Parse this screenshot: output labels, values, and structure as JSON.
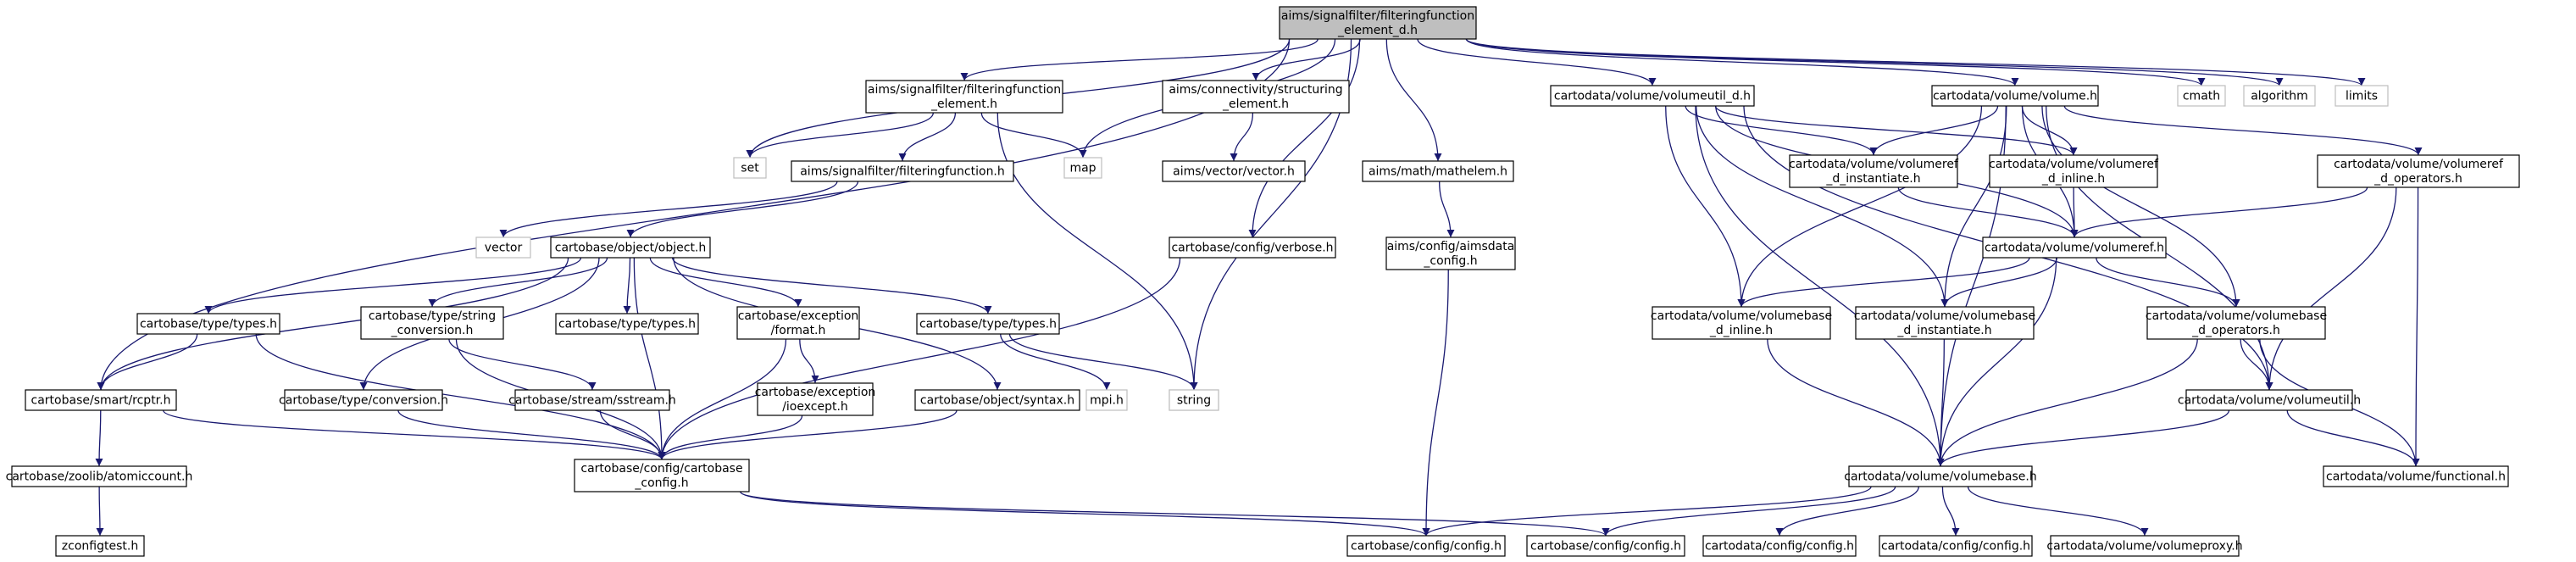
{
  "colors": {
    "edge": "#191970",
    "root_fill": "#bfbfbf",
    "node_border": "#000000",
    "system_border": "#bfbfbf",
    "background": "#ffffff"
  },
  "nodes": [
    {
      "id": "root",
      "kind": "root",
      "lines": [
        "aims/signalfilter/filteringfunction",
        "_element_d.h"
      ]
    },
    {
      "id": "ffe",
      "kind": "file",
      "lines": [
        "aims/signalfilter/filteringfunction",
        "_element.h"
      ]
    },
    {
      "id": "se",
      "kind": "file",
      "lines": [
        "aims/connectivity/structuring",
        "_element.h"
      ]
    },
    {
      "id": "vu_d",
      "kind": "file",
      "lines": [
        "cartodata/volume/volumeutil_d.h"
      ]
    },
    {
      "id": "vol",
      "kind": "file",
      "lines": [
        "cartodata/volume/volume.h"
      ]
    },
    {
      "id": "cmath",
      "kind": "sys",
      "lines": [
        "cmath"
      ]
    },
    {
      "id": "algorithm",
      "kind": "sys",
      "lines": [
        "algorithm"
      ]
    },
    {
      "id": "limits",
      "kind": "sys",
      "lines": [
        "limits"
      ]
    },
    {
      "id": "set",
      "kind": "sys",
      "lines": [
        "set"
      ]
    },
    {
      "id": "map",
      "kind": "sys",
      "lines": [
        "map"
      ]
    },
    {
      "id": "string",
      "kind": "sys",
      "lines": [
        "string"
      ]
    },
    {
      "id": "ff",
      "kind": "file",
      "lines": [
        "aims/signalfilter/filteringfunction.h"
      ]
    },
    {
      "id": "vector_h",
      "kind": "file",
      "lines": [
        "aims/vector/vector.h"
      ]
    },
    {
      "id": "mathelem",
      "kind": "file",
      "lines": [
        "aims/math/mathelem.h"
      ]
    },
    {
      "id": "vref_inst",
      "kind": "file",
      "lines": [
        "cartodata/volume/volumeref",
        "_d_instantiate.h"
      ]
    },
    {
      "id": "vref_inl",
      "kind": "file",
      "lines": [
        "cartodata/volume/volumeref",
        "_d_inline.h"
      ]
    },
    {
      "id": "vref_ops",
      "kind": "file",
      "lines": [
        "cartodata/volume/volumeref",
        "_d_operators.h"
      ]
    },
    {
      "id": "vector",
      "kind": "sys",
      "lines": [
        "vector"
      ]
    },
    {
      "id": "object",
      "kind": "file",
      "lines": [
        "cartobase/object/object.h"
      ]
    },
    {
      "id": "verbose",
      "kind": "file",
      "lines": [
        "cartobase/config/verbose.h"
      ]
    },
    {
      "id": "aimsdata",
      "kind": "file",
      "lines": [
        "aims/config/aimsdata",
        "_config.h"
      ]
    },
    {
      "id": "vref",
      "kind": "file",
      "lines": [
        "cartodata/volume/volumeref.h"
      ]
    },
    {
      "id": "types1",
      "kind": "file",
      "lines": [
        "cartobase/type/types.h"
      ]
    },
    {
      "id": "strconv",
      "kind": "file",
      "lines": [
        "cartobase/type/string",
        "_conversion.h"
      ]
    },
    {
      "id": "types2",
      "kind": "file",
      "lines": [
        "cartobase/type/types.h"
      ]
    },
    {
      "id": "format",
      "kind": "file",
      "lines": [
        "cartobase/exception",
        "/format.h"
      ]
    },
    {
      "id": "types3",
      "kind": "file",
      "lines": [
        "cartobase/type/types.h"
      ]
    },
    {
      "id": "vb_inl",
      "kind": "file",
      "lines": [
        "cartodata/volume/volumebase",
        "_d_inline.h"
      ]
    },
    {
      "id": "vb_inst",
      "kind": "file",
      "lines": [
        "cartodata/volume/volumebase",
        "_d_instantiate.h"
      ]
    },
    {
      "id": "vb_ops",
      "kind": "file",
      "lines": [
        "cartodata/volume/volumebase",
        "_d_operators.h"
      ]
    },
    {
      "id": "rcptr",
      "kind": "file",
      "lines": [
        "cartobase/smart/rcptr.h"
      ]
    },
    {
      "id": "conversion",
      "kind": "file",
      "lines": [
        "cartobase/type/conversion.h"
      ]
    },
    {
      "id": "sstream",
      "kind": "file",
      "lines": [
        "cartobase/stream/sstream.h"
      ]
    },
    {
      "id": "ioexcept",
      "kind": "file",
      "lines": [
        "cartobase/exception",
        "/ioexcept.h"
      ]
    },
    {
      "id": "syntax",
      "kind": "file",
      "lines": [
        "cartobase/object/syntax.h"
      ]
    },
    {
      "id": "mpi",
      "kind": "sys",
      "lines": [
        "mpi.h"
      ]
    },
    {
      "id": "string2",
      "kind": "sys",
      "lines": [
        "string"
      ]
    },
    {
      "id": "volutil",
      "kind": "file",
      "lines": [
        "cartodata/volume/volumeutil.h"
      ]
    },
    {
      "id": "cbconfig",
      "kind": "file",
      "lines": [
        "cartobase/config/cartobase",
        "_config.h"
      ]
    },
    {
      "id": "atomic",
      "kind": "file",
      "lines": [
        "cartobase/zoolib/atomiccount.h"
      ]
    },
    {
      "id": "volbase",
      "kind": "file",
      "lines": [
        "cartodata/volume/volumebase.h"
      ]
    },
    {
      "id": "functional",
      "kind": "file",
      "lines": [
        "cartodata/volume/functional.h"
      ]
    },
    {
      "id": "zconf",
      "kind": "file",
      "lines": [
        "zconfigtest.h"
      ]
    },
    {
      "id": "cfg1",
      "kind": "file",
      "lines": [
        "cartobase/config/config.h"
      ]
    },
    {
      "id": "cfg2",
      "kind": "file",
      "lines": [
        "cartobase/config/config.h"
      ]
    },
    {
      "id": "cfg3",
      "kind": "file",
      "lines": [
        "cartodata/config/config.h"
      ]
    },
    {
      "id": "cfg4",
      "kind": "file",
      "lines": [
        "cartodata/config/config.h"
      ]
    },
    {
      "id": "vproxy",
      "kind": "file",
      "lines": [
        "cartodata/volume/volumeproxy.h"
      ]
    }
  ],
  "edges": [
    [
      "root",
      "ffe"
    ],
    [
      "root",
      "se"
    ],
    [
      "root",
      "vu_d"
    ],
    [
      "root",
      "vol"
    ],
    [
      "root",
      "cmath"
    ],
    [
      "root",
      "algorithm"
    ],
    [
      "root",
      "limits"
    ],
    [
      "root",
      "set"
    ],
    [
      "root",
      "map"
    ],
    [
      "root",
      "string"
    ],
    [
      "root",
      "verbose"
    ],
    [
      "root",
      "mathelem"
    ],
    [
      "root",
      "rcptr"
    ],
    [
      "ffe",
      "set"
    ],
    [
      "ffe",
      "map"
    ],
    [
      "ffe",
      "ff"
    ],
    [
      "ffe",
      "string2"
    ],
    [
      "se",
      "vector_h"
    ],
    [
      "ff",
      "vector"
    ],
    [
      "ff",
      "object"
    ],
    [
      "object",
      "types1"
    ],
    [
      "object",
      "strconv"
    ],
    [
      "object",
      "types2"
    ],
    [
      "object",
      "format"
    ],
    [
      "object",
      "types3"
    ],
    [
      "object",
      "syntax"
    ],
    [
      "object",
      "rcptr"
    ],
    [
      "object",
      "conversion"
    ],
    [
      "object",
      "cbconfig"
    ],
    [
      "types1",
      "rcptr"
    ],
    [
      "types1",
      "cbconfig"
    ],
    [
      "strconv",
      "sstream"
    ],
    [
      "strconv",
      "cbconfig"
    ],
    [
      "format",
      "ioexcept"
    ],
    [
      "format",
      "cbconfig"
    ],
    [
      "types3",
      "mpi"
    ],
    [
      "types3",
      "string2"
    ],
    [
      "syntax",
      "cbconfig"
    ],
    [
      "sstream",
      "cbconfig"
    ],
    [
      "ioexcept",
      "cbconfig"
    ],
    [
      "conversion",
      "cbconfig"
    ],
    [
      "rcptr",
      "atomic"
    ],
    [
      "rcptr",
      "cbconfig"
    ],
    [
      "atomic",
      "zconf"
    ],
    [
      "cbconfig",
      "cfg1"
    ],
    [
      "cbconfig",
      "cfg2"
    ],
    [
      "verbose",
      "cbconfig"
    ],
    [
      "mathelem",
      "aimsdata"
    ],
    [
      "aimsdata",
      "cfg1"
    ],
    [
      "vu_d",
      "vref_inst"
    ],
    [
      "vu_d",
      "vref_inl"
    ],
    [
      "vu_d",
      "vref"
    ],
    [
      "vu_d",
      "vb_inl"
    ],
    [
      "vu_d",
      "vb_inst"
    ],
    [
      "vu_d",
      "volutil"
    ],
    [
      "vu_d",
      "volbase"
    ],
    [
      "vol",
      "vref_inst"
    ],
    [
      "vol",
      "vref_inl"
    ],
    [
      "vol",
      "vref_ops"
    ],
    [
      "vol",
      "vref"
    ],
    [
      "vol",
      "vb_inl"
    ],
    [
      "vol",
      "vb_inst"
    ],
    [
      "vol",
      "vb_ops"
    ],
    [
      "vol",
      "volutil"
    ],
    [
      "vol",
      "volbase"
    ],
    [
      "vref_inst",
      "vref"
    ],
    [
      "vref_inl",
      "vref"
    ],
    [
      "vref_ops",
      "vref"
    ],
    [
      "vref_ops",
      "volutil"
    ],
    [
      "vref_ops",
      "functional"
    ],
    [
      "vref",
      "vb_inl"
    ],
    [
      "vref",
      "vb_inst"
    ],
    [
      "vref",
      "vb_ops"
    ],
    [
      "vref",
      "volbase"
    ],
    [
      "vb_inl",
      "volbase"
    ],
    [
      "vb_inst",
      "volbase"
    ],
    [
      "vb_ops",
      "volbase"
    ],
    [
      "vb_ops",
      "volutil"
    ],
    [
      "vb_ops",
      "functional"
    ],
    [
      "volutil",
      "volbase"
    ],
    [
      "volutil",
      "functional"
    ],
    [
      "volbase",
      "cfg1"
    ],
    [
      "volbase",
      "cfg2"
    ],
    [
      "volbase",
      "cfg3"
    ],
    [
      "volbase",
      "cfg4"
    ],
    [
      "volbase",
      "vproxy"
    ]
  ]
}
